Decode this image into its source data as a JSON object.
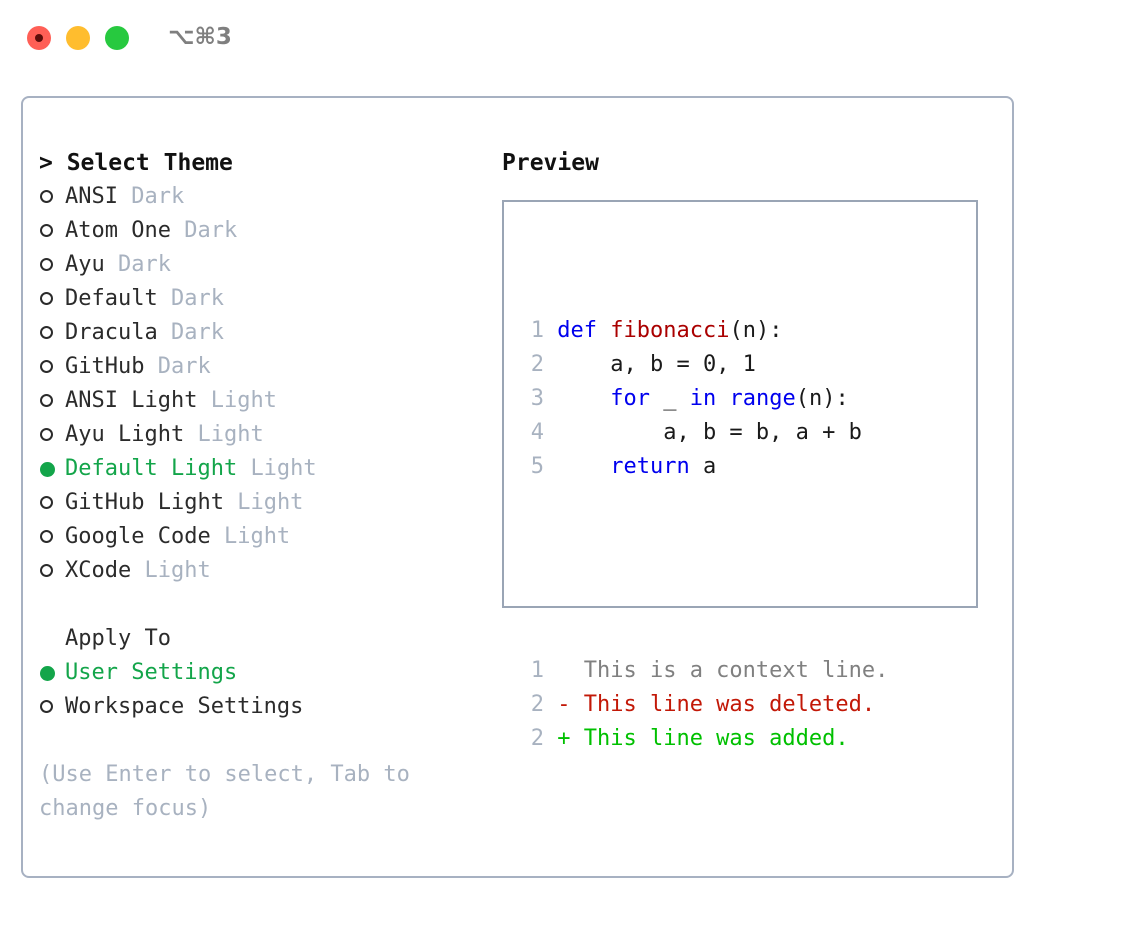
{
  "titlebar": {
    "shortcut": "⌥⌘3",
    "buttons": [
      {
        "name": "close",
        "color": "#FF5F56"
      },
      {
        "name": "minimize",
        "color": "#FFBD2E"
      },
      {
        "name": "maximize",
        "color": "#27C93F"
      }
    ]
  },
  "theme_picker": {
    "title": "> Select Theme",
    "items": [
      {
        "label": "ANSI",
        "tag": "Dark",
        "selected": false
      },
      {
        "label": "Atom One",
        "tag": "Dark",
        "selected": false
      },
      {
        "label": "Ayu",
        "tag": "Dark",
        "selected": false
      },
      {
        "label": "Default",
        "tag": "Dark",
        "selected": false
      },
      {
        "label": "Dracula",
        "tag": "Dark",
        "selected": false
      },
      {
        "label": "GitHub",
        "tag": "Dark",
        "selected": false
      },
      {
        "label": "ANSI Light",
        "tag": "Light",
        "selected": false
      },
      {
        "label": "Ayu Light",
        "tag": "Light",
        "selected": false
      },
      {
        "label": "Default Light",
        "tag": "Light",
        "selected": true
      },
      {
        "label": "GitHub Light",
        "tag": "Light",
        "selected": false
      },
      {
        "label": "Google Code",
        "tag": "Light",
        "selected": false
      },
      {
        "label": "XCode",
        "tag": "Light",
        "selected": false
      }
    ]
  },
  "apply_to": {
    "title": "Apply To",
    "items": [
      {
        "label": "User Settings",
        "selected": true
      },
      {
        "label": "Workspace Settings",
        "selected": false
      }
    ]
  },
  "hint": "(Use Enter to select, Tab to change focus)",
  "preview": {
    "title": "Preview",
    "code_lines": [
      {
        "num": "1",
        "tokens": [
          {
            "t": "def ",
            "c": "kw"
          },
          {
            "t": "fibonacci",
            "c": "fn"
          },
          {
            "t": "(n):",
            "c": "plain"
          }
        ]
      },
      {
        "num": "2",
        "tokens": [
          {
            "t": "    a, b = 0, 1",
            "c": "plain"
          }
        ]
      },
      {
        "num": "3",
        "tokens": [
          {
            "t": "    ",
            "c": "plain"
          },
          {
            "t": "for",
            "c": "kw"
          },
          {
            "t": " _ ",
            "c": "plain"
          },
          {
            "t": "in",
            "c": "kw"
          },
          {
            "t": " ",
            "c": "plain"
          },
          {
            "t": "range",
            "c": "kw"
          },
          {
            "t": "(n):",
            "c": "plain"
          }
        ]
      },
      {
        "num": "4",
        "tokens": [
          {
            "t": "        a, b = b, a + b",
            "c": "plain"
          }
        ]
      },
      {
        "num": "5",
        "tokens": [
          {
            "t": "    ",
            "c": "plain"
          },
          {
            "t": "return",
            "c": "kw"
          },
          {
            "t": " a",
            "c": "plain"
          }
        ]
      }
    ],
    "diff_lines": [
      {
        "num": "1",
        "text": "   This is a context line.",
        "kind": "diff-ctx"
      },
      {
        "num": "2",
        "text": " - This line was deleted.",
        "kind": "diff-del"
      },
      {
        "num": "2",
        "text": " + This line was added.",
        "kind": "diff-add"
      }
    ]
  },
  "colors": {
    "accent_green": "#13a54a",
    "tag_gray": "#a8b2c0",
    "border": "#a7b1c2",
    "keyword_blue": "#0000ee",
    "function_red": "#aa0000",
    "diff_delete": "#c21807",
    "diff_add": "#00c000"
  }
}
